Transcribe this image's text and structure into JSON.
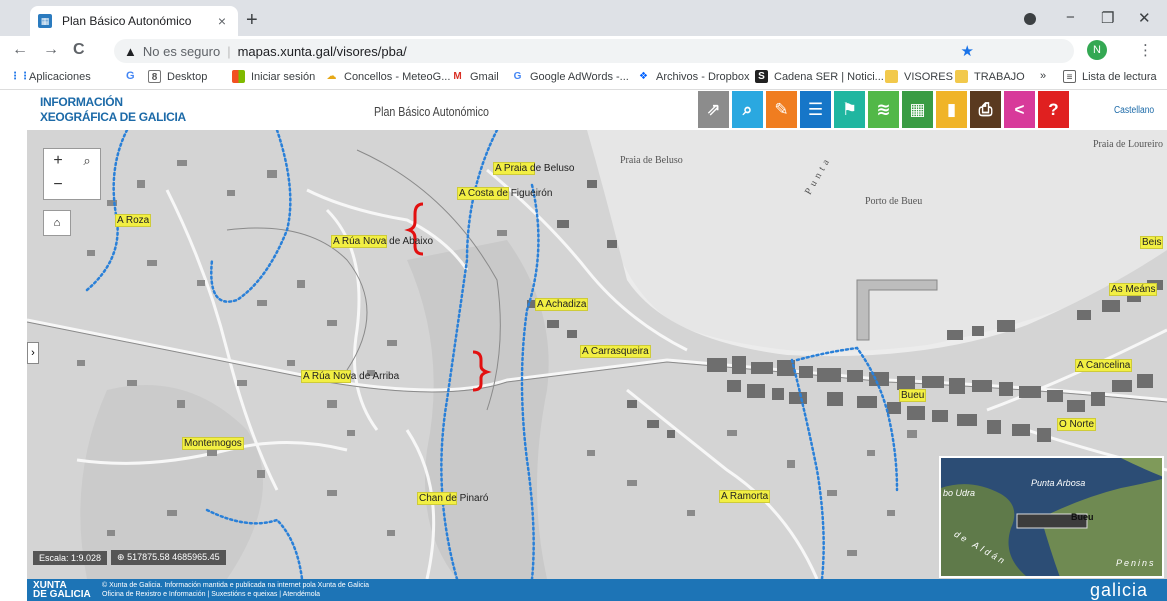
{
  "browser": {
    "tab_title": "Plan Básico Autonómico",
    "tab_close": "×",
    "new_tab": "+",
    "minimize": "−",
    "restore": "❐",
    "close": "✕",
    "back": "←",
    "forward": "→",
    "reload": "C",
    "insecure_label": "No es seguro",
    "url": "mapas.xunta.gal/visores/pba/",
    "avatar_initial": "N",
    "bookmarks": [
      "Aplicaciones",
      "G",
      "Desktop",
      "Iniciar sesión",
      "Concellos - MeteoG...",
      "Gmail",
      "Google AdWords -...",
      "Archivos - Dropbox",
      "Cadena SER | Notici...",
      "VISORES",
      "TRABAJO"
    ],
    "more_bookmarks": "»",
    "reading_list": "Lista de lectura"
  },
  "header": {
    "brand_line1": "INFORMACIÓN",
    "brand_line2": "XEOGRÁFICA DE GALICIA",
    "title": "Plan Básico Autonómico",
    "language": "Castellano",
    "tools": [
      {
        "name": "share-view",
        "color": "#8c8c8c",
        "glyph": "⇗"
      },
      {
        "name": "search",
        "color": "#2aa8e0",
        "glyph": "⌕"
      },
      {
        "name": "map-tools",
        "color": "#f07d20",
        "glyph": "✎"
      },
      {
        "name": "list",
        "color": "#1676c8",
        "glyph": "☰"
      },
      {
        "name": "locate",
        "color": "#20b6a0",
        "glyph": "⚑"
      },
      {
        "name": "layers",
        "color": "#52b848",
        "glyph": "≋"
      },
      {
        "name": "legend",
        "color": "#3a9c44",
        "glyph": "▦"
      },
      {
        "name": "bookmark",
        "color": "#f0b428",
        "glyph": "▮"
      },
      {
        "name": "print",
        "color": "#5a3a20",
        "glyph": "⎙"
      },
      {
        "name": "share",
        "color": "#d83a9a",
        "glyph": "<"
      },
      {
        "name": "help",
        "color": "#e02020",
        "glyph": "?"
      }
    ]
  },
  "map": {
    "zoom_in": "+",
    "zoom_out": "−",
    "search_glyph": "⌕",
    "home_glyph": "⌂",
    "side_toggle": "›",
    "scale": "Escala: 1:9.028",
    "coords": "517875.58  4685965.45",
    "places": [
      {
        "label": "A Praia de Beluso",
        "cls": "p1"
      },
      {
        "label": "A Costa de Figueirón",
        "cls": "p2"
      },
      {
        "label": "A Roza",
        "cls": "p3"
      },
      {
        "label": "A Rúa Nova de Abaixo",
        "cls": "p4"
      },
      {
        "label": "A Achadiza",
        "cls": "p5"
      },
      {
        "label": "A Carrasqueira",
        "cls": "p6"
      },
      {
        "label": "A Rúa Nova de Arriba",
        "cls": "p7"
      },
      {
        "label": "Montemogos",
        "cls": "p8"
      },
      {
        "label": "Chan de Pinaró",
        "cls": "p9"
      },
      {
        "label": "A Ramorta",
        "cls": "p10"
      },
      {
        "label": "Bueu",
        "cls": "p11"
      },
      {
        "label": "A Cancelina",
        "cls": "p12"
      },
      {
        "label": "O Norte",
        "cls": "p13"
      },
      {
        "label": "As Meáns",
        "cls": "p14"
      },
      {
        "label": "Beis",
        "cls": "p15"
      }
    ],
    "water_labels": {
      "praia_beluso": "Praia de Beluso",
      "porto_bueu": "Porto de Bueu",
      "praia_loureiro": "Praia de Loureiro",
      "punta": "Punta"
    },
    "overview": {
      "punta_arbosa": "Punta Arbosa",
      "bueu": "Bueu",
      "udra": "bo Udra",
      "peninsula": "Penins",
      "aldan": "de Aldán"
    }
  },
  "footer": {
    "xunta_line1": "XUNTA",
    "xunta_line2": "DE GALICIA",
    "text_line1": "© Xunta de Galicia. Información mantida e publicada na internet pola Xunta de Galicia",
    "text_line2": "Oficina de Rexistro e Información | Suxestións e queixas | Atendémola",
    "brand": "galicia"
  },
  "colors": {
    "water": "#e4e4e4",
    "land": "#d2d2d2",
    "river": "#2a80d8",
    "annotation": "#e21010",
    "place_label": "#f2ef43",
    "header_blue": "#1c6aa8",
    "footer_blue": "#1d74b6"
  }
}
